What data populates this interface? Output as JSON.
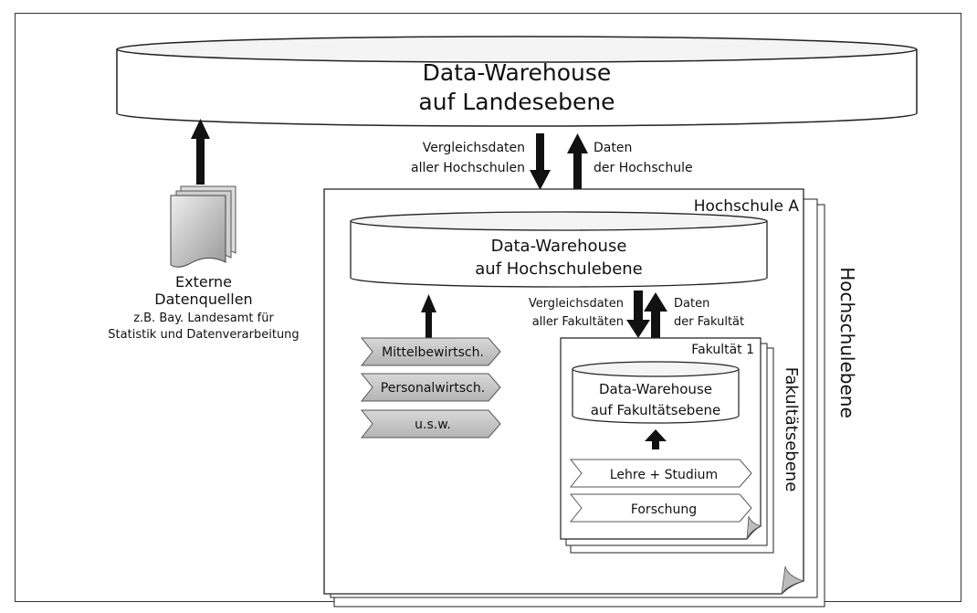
{
  "landesebene": {
    "line1": "Data-Warehouse",
    "line2": "auf Landesebene"
  },
  "flow_land": {
    "down_line1": "Vergleichsdaten",
    "down_line2": "aller Hochschulen",
    "up_line1": "Daten",
    "up_line2": "der Hochschule"
  },
  "external": {
    "title_line1": "Externe",
    "title_line2": "Datenquellen",
    "detail_line1": "z.B. Bay. Landesamt für",
    "detail_line2": "Statistik und Datenverarbeitung"
  },
  "hochschule": {
    "label": "Hochschule A",
    "level_label": "Hochschulebene",
    "dw_line1": "Data-Warehouse",
    "dw_line2": "auf Hochschulebene",
    "sources": [
      "Mittelbewirtsch.",
      "Personalwirtsch.",
      "u.s.w."
    ]
  },
  "flow_hochschule": {
    "down_line1": "Vergleichsdaten",
    "down_line2": "aller Fakultäten",
    "up_line1": "Daten",
    "up_line2": "der Fakultät"
  },
  "fakultaet": {
    "label": "Fakultät 1",
    "level_label": "Fakultätsebene",
    "dw_line1": "Data-Warehouse",
    "dw_line2": "auf Fakultätsebene",
    "sources": [
      "Lehre + Studium",
      "Forschung"
    ]
  }
}
